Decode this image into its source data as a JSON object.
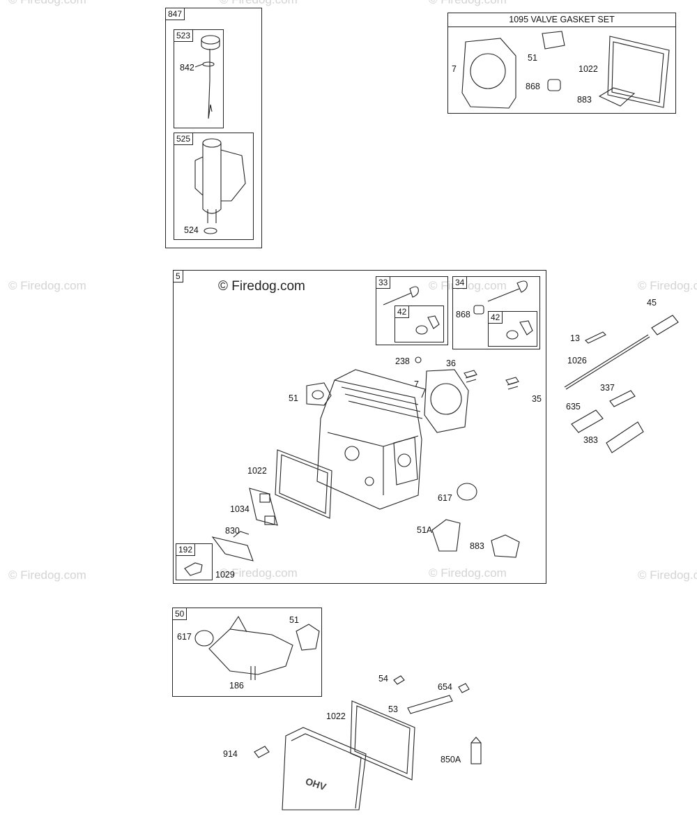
{
  "watermarks": {
    "top_center": "© Firedog.com",
    "top_left": "© Firedog.com",
    "top_right": "© Firedog.com",
    "mid_left": "© Firedog.com",
    "mid_center": "© Firedog.com",
    "mid_right": "© Firedog.com",
    "low_left": "© Firedog.com",
    "low_center1": "© Firedog.com",
    "low_center2": "© Firedog.com",
    "low_right": "© Firedog.com",
    "box5_main": "© Firedog.com"
  },
  "box847": {
    "tag": "847",
    "sub523": {
      "tag": "523",
      "label_842": "842"
    },
    "sub525": {
      "tag": "525",
      "label_524": "524"
    }
  },
  "gasket_set": {
    "title": "1095 VALVE GASKET SET",
    "labels": {
      "p7": "7",
      "p51": "51",
      "p868": "868",
      "p1022": "1022",
      "p883": "883"
    }
  },
  "box5": {
    "tag": "5",
    "sub33": {
      "tag": "33",
      "sub42": "42"
    },
    "sub34": {
      "tag": "34",
      "label_868": "868",
      "sub42": "42"
    },
    "sub192": {
      "tag": "192"
    },
    "labels": {
      "p238": "238",
      "p36": "36",
      "p7": "7",
      "p35": "35",
      "p51": "51",
      "p1022": "1022",
      "p617": "617",
      "p1034": "1034",
      "p830": "830",
      "p51a": "51A",
      "p883": "883",
      "p1029": "1029"
    }
  },
  "outside_right": {
    "p13": "13",
    "p45": "45",
    "p1026": "1026",
    "p337": "337",
    "p635": "635",
    "p383": "383"
  },
  "box50": {
    "tag": "50",
    "labels": {
      "p617": "617",
      "p51": "51",
      "p186": "186"
    }
  },
  "bottom": {
    "p54": "54",
    "p654": "654",
    "p53": "53",
    "p1022": "1022",
    "p914": "914",
    "p850a": "850A",
    "cover_text": "OHV"
  }
}
